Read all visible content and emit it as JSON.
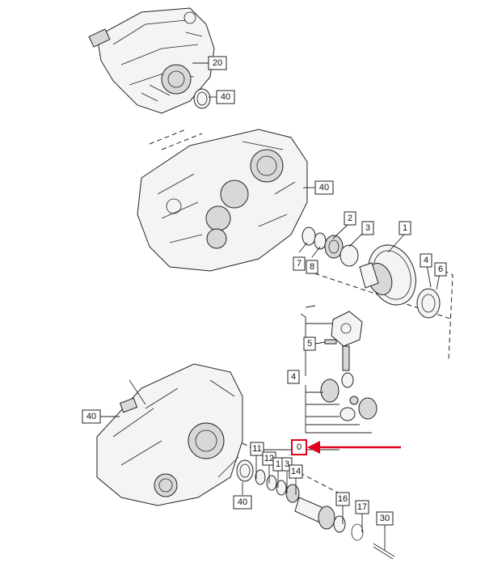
{
  "callouts": {
    "c20": "20",
    "c40_top": "40",
    "c40_mid": "40",
    "c2": "2",
    "c3_top": "3",
    "c1_top": "1",
    "c7": "7",
    "c8": "8",
    "c4_right": "4",
    "c6": "6",
    "c5": "5",
    "c4_left": "4",
    "c40_left": "40",
    "c0": "0",
    "c11": "11",
    "c12": "12",
    "c1_low": "1",
    "c3_low": "3",
    "c14": "14",
    "c16": "16",
    "c17": "17",
    "c30": "30",
    "c40_bottom": "40"
  },
  "highlight": {
    "color": "#e0001a",
    "target_label": "0"
  }
}
